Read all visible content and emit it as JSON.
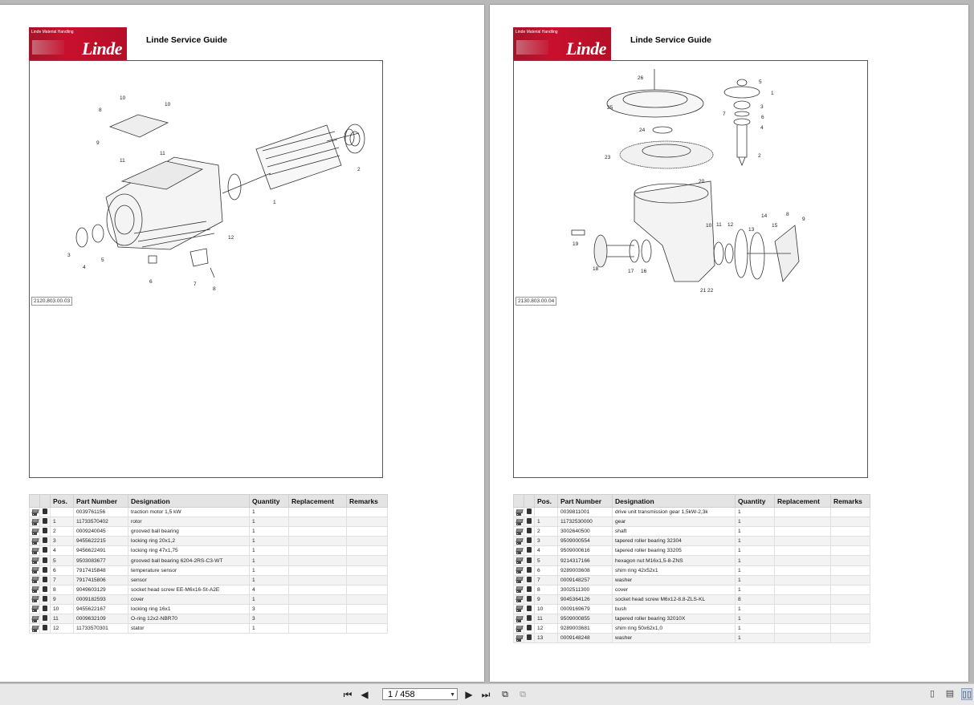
{
  "viewer": {
    "current_page": "1 / 458",
    "icons": {
      "first": "first-page-icon",
      "prev": "previous-page-icon",
      "next": "next-page-icon",
      "last": "last-page-icon"
    }
  },
  "pages": [
    {
      "logo_subtitle": "Linde Material Handling",
      "logo_brand": "Linde",
      "guide_title": "Linde Service Guide",
      "figure_ref": "2120.803.00.03",
      "callouts": [
        "10",
        "8",
        "10",
        "9",
        "11",
        "11",
        "1",
        "2",
        "12",
        "3",
        "4",
        "5",
        "6",
        "7",
        "8"
      ],
      "table": {
        "headers": [
          "Pos.",
          "Part Number",
          "Designation",
          "Quantity",
          "Replacement",
          "Remarks"
        ],
        "rows": [
          [
            "",
            "0039761156",
            "traction motor 1,5 kW",
            "1",
            "",
            ""
          ],
          [
            "1",
            "11733570402",
            "rotor",
            "1",
            "",
            ""
          ],
          [
            "2",
            "0009240045",
            "grooved ball bearing",
            "1",
            "",
            ""
          ],
          [
            "3",
            "9455622215",
            "locking ring 20x1,2",
            "1",
            "",
            ""
          ],
          [
            "4",
            "9456622491",
            "locking ring 47x1,75",
            "1",
            "",
            ""
          ],
          [
            "5",
            "9503083677",
            "grooved ball bearing 6204-2RS-C3-WT",
            "1",
            "",
            ""
          ],
          [
            "6",
            "7917415848",
            "temperature sensor",
            "1",
            "",
            ""
          ],
          [
            "7",
            "7917415806",
            "sensor",
            "1",
            "",
            ""
          ],
          [
            "8",
            "9049603129",
            "socket head screw EE-M6x16-St-A2E",
            "4",
            "",
            ""
          ],
          [
            "9",
            "0009182593",
            "cover",
            "1",
            "",
            ""
          ],
          [
            "10",
            "9455622167",
            "locking ring 16x1",
            "3",
            "",
            ""
          ],
          [
            "11",
            "0009632109",
            "O-ring 12x2-NBR70",
            "3",
            "",
            ""
          ],
          [
            "12",
            "11733570301",
            "stator",
            "1",
            "",
            ""
          ]
        ]
      }
    },
    {
      "logo_subtitle": "Linde Material Handling",
      "logo_brand": "Linde",
      "guide_title": "Linde Service Guide",
      "figure_ref": "2130.803.00.04",
      "callouts": [
        "26",
        "5",
        "1",
        "25",
        "3",
        "7",
        "6",
        "4",
        "24",
        "23",
        "2",
        "20",
        "19",
        "10",
        "11",
        "12",
        "13",
        "14",
        "15",
        "8",
        "9",
        "18",
        "17",
        "16",
        "21 22"
      ],
      "table": {
        "headers": [
          "Pos.",
          "Part Number",
          "Designation",
          "Quantity",
          "Replacement",
          "Remarks"
        ],
        "rows": [
          [
            "",
            "0039811001",
            "drive unit transmission gear 1,5kW-2,3k",
            "1",
            "",
            ""
          ],
          [
            "1",
            "11732530000",
            "gear",
            "1",
            "",
            ""
          ],
          [
            "2",
            "3002640500",
            "shaft",
            "1",
            "",
            ""
          ],
          [
            "3",
            "9509000554",
            "tapered roller bearing 32304",
            "1",
            "",
            ""
          ],
          [
            "4",
            "9509000616",
            "tapered roller bearing 33205",
            "1",
            "",
            ""
          ],
          [
            "5",
            "9214317166",
            "hexagon nut M16x1,5-8-ZNS",
            "1",
            "",
            ""
          ],
          [
            "6",
            "9289003608",
            "shim ring 42x52x1",
            "1",
            "",
            ""
          ],
          [
            "7",
            "0009148257",
            "washer",
            "1",
            "",
            ""
          ],
          [
            "8",
            "3002511300",
            "cover",
            "1",
            "",
            ""
          ],
          [
            "9",
            "9045364126",
            "socket head screw M6x12-8.8-ZLS-KL",
            "8",
            "",
            ""
          ],
          [
            "10",
            "0009169679",
            "bush",
            "1",
            "",
            ""
          ],
          [
            "11",
            "9509000855",
            "tapered roller bearing 32010X",
            "1",
            "",
            ""
          ],
          [
            "12",
            "9289003681",
            "shim ring 50x62x1,0",
            "1",
            "",
            ""
          ],
          [
            "13",
            "0009148248",
            "washer",
            "1",
            "",
            ""
          ]
        ]
      }
    }
  ]
}
